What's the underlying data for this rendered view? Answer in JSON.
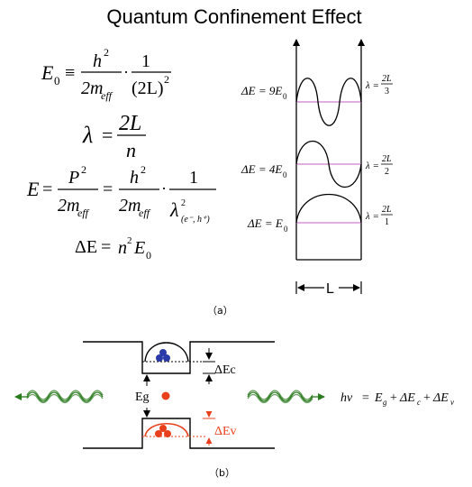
{
  "title": "Quantum Confinement Effect",
  "caption_a": "（a）",
  "caption_b": "（b）",
  "equations": {
    "e0": {
      "lhs": "E",
      "sub": "0",
      "rel": "≡",
      "num1": "h",
      "den1": "2m",
      "den1_sub": "eff",
      "num2": "1",
      "den2": "(2L)"
    },
    "lambda": {
      "lhs": "λ",
      "rel": "=",
      "num": "2L",
      "den": "n"
    },
    "energy": {
      "lhs": "E",
      "num1": "P",
      "den1": "2m",
      "den1_sub": "eff",
      "num2": "h",
      "den2": "2m",
      "den2_sub": "eff",
      "num3": "1",
      "den3": "λ",
      "den3_sub": "(e⁻, h⁺)"
    },
    "delta": {
      "lhs": "ΔE",
      "rel": "=",
      "rhs_a": "n",
      "rhs_b": "E",
      "rhs_sub": "0"
    }
  },
  "well_diagram": {
    "levels": [
      {
        "n": 3,
        "de_label": "ΔE = 9E",
        "de_sub": "0",
        "lambda_label": "λ =",
        "lambda_num": "2L",
        "lambda_den": "3"
      },
      {
        "n": 2,
        "de_label": "ΔE = 4E",
        "de_sub": "0",
        "lambda_label": "λ =",
        "lambda_num": "2L",
        "lambda_den": "2"
      },
      {
        "n": 1,
        "de_label": "ΔE = E",
        "de_sub": "0",
        "lambda_label": "λ =",
        "lambda_num": "2L",
        "lambda_den": "1"
      }
    ],
    "width_label": "L",
    "level_color": "#c060c0"
  },
  "band_diagram": {
    "dEc_label": "ΔEc",
    "dEv_label": "ΔEv",
    "eg_label": "Eg",
    "photon_eq": {
      "lhs": "hν",
      "rel": "=",
      "t1": "E",
      "t1_sub": "g",
      "t2": "ΔE",
      "t2_sub": "c",
      "t3": "ΔE",
      "t3_sub": "v"
    },
    "colors": {
      "electron": "#2a3aa8",
      "hole": "#e8401c",
      "photon": "#2a7a1e",
      "dEv": "#e8401c"
    }
  }
}
